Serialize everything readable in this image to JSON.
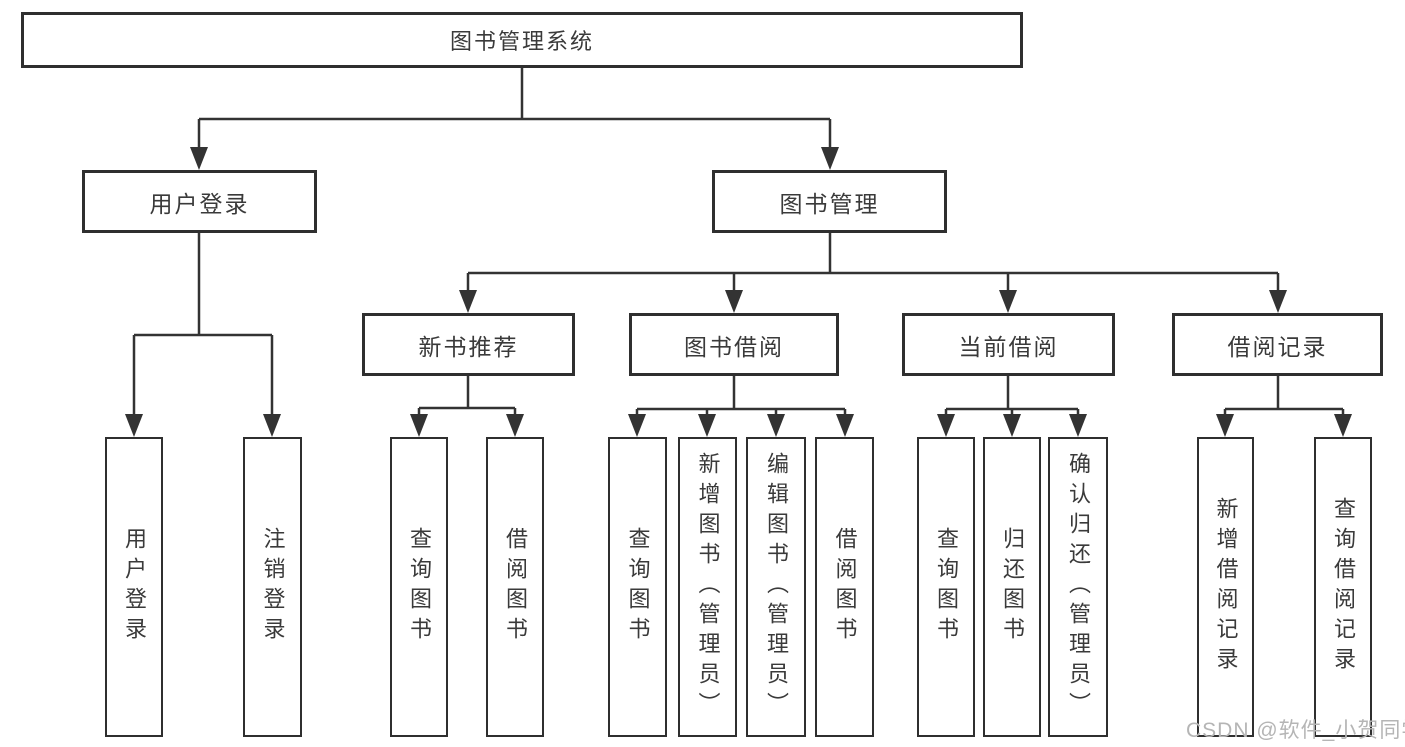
{
  "diagram_title": "图书管理系统",
  "tree": {
    "label": "图书管理系统",
    "children": [
      {
        "label": "用户登录",
        "children": [
          {
            "label": "用户登录"
          },
          {
            "label": "注销登录"
          }
        ]
      },
      {
        "label": "图书管理",
        "children": [
          {
            "label": "新书推荐",
            "children": [
              {
                "label": "查询图书"
              },
              {
                "label": "借阅图书"
              }
            ]
          },
          {
            "label": "图书借阅",
            "children": [
              {
                "label": "查询图书"
              },
              {
                "label": "新增图书（管理员）"
              },
              {
                "label": "编辑图书（管理员）"
              },
              {
                "label": "借阅图书"
              }
            ]
          },
          {
            "label": "当前借阅",
            "children": [
              {
                "label": "查询图书"
              },
              {
                "label": "归还图书"
              },
              {
                "label": "确认归还（管理员）"
              }
            ]
          },
          {
            "label": "借阅记录",
            "children": [
              {
                "label": "新增借阅记录"
              },
              {
                "label": "查询借阅记录"
              }
            ]
          }
        ]
      }
    ]
  },
  "watermark": "CSDN @软件_小贺同学",
  "colors": {
    "box_border": "#2f2f2f",
    "text": "#3a3a3a",
    "connector": "#333333",
    "watermark": "#b5b5b5",
    "background": "#ffffff"
  }
}
